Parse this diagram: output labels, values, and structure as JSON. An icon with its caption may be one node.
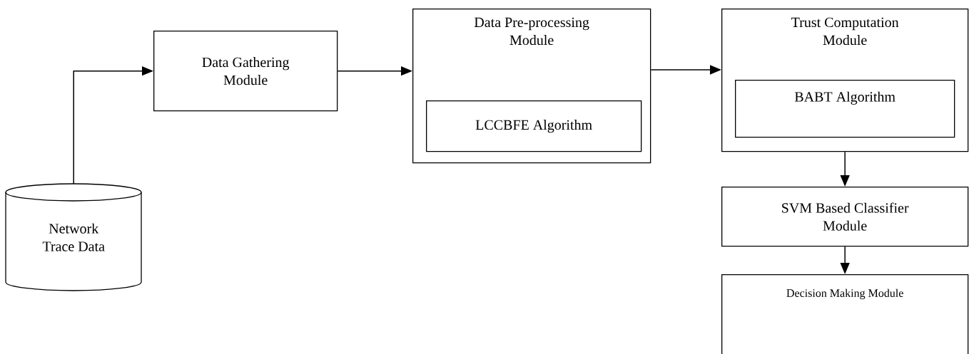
{
  "diagram": {
    "nodes": [
      {
        "text": [
          "Network Trace Data"
        ]
      },
      {
        "text": [
          "Data Gathering Module"
        ]
      },
      {
        "text": [
          "Data Pre-processing Module"
        ]
      },
      {
        "text": [
          "LCCBFE Algorithm"
        ],
        "in": 2
      },
      {
        "text": [
          "Trust Computation Module"
        ]
      },
      {
        "text": [
          "BABT Algorithm"
        ],
        "in": 4
      },
      {
        "text": [
          "SVM Based Classifier Module"
        ]
      },
      {
        "text": [
          "Decision Making Module"
        ]
      }
    ],
    "edges": [
      {
        "from": 0,
        "to": 1,
        "arrow": "to"
      },
      {
        "from": 1,
        "to": 2,
        "arrow": "to"
      },
      {
        "from": 2,
        "to": 4,
        "arrow": "to"
      },
      {
        "from": 4,
        "to": 6,
        "arrow": "to"
      },
      {
        "from": 6,
        "to": 7,
        "arrow": "to"
      }
    ]
  }
}
